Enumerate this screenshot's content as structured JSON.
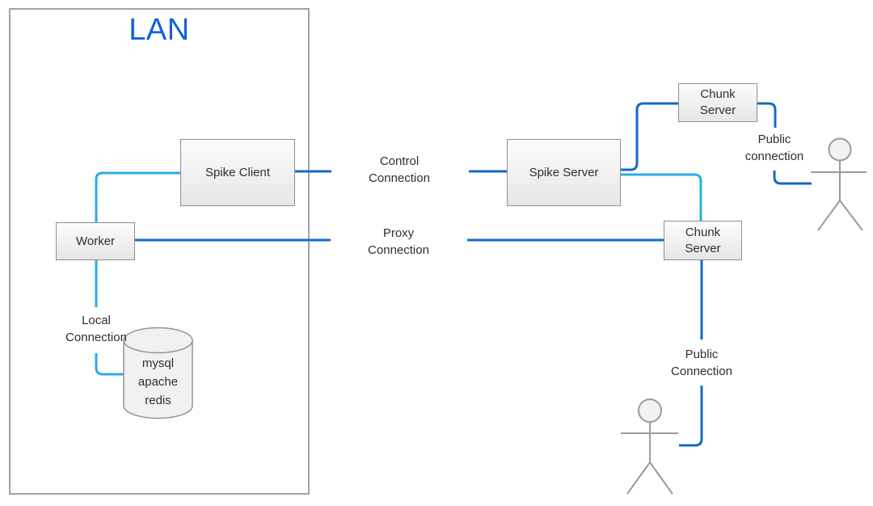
{
  "diagram": {
    "lan_label": "LAN",
    "nodes": {
      "spike_client": "Spike Client",
      "worker": "Worker",
      "spike_server": "Spike Server",
      "chunk_server_top": "Chunk Server",
      "chunk_server_right": "Chunk Server"
    },
    "database": {
      "icon": "cylinder",
      "lines": [
        "mysql",
        "apache",
        "redis"
      ]
    },
    "connections": {
      "control": "Control Connection",
      "proxy": "Proxy Connection",
      "local": "Local Connection",
      "public_top": "Public connection",
      "public_bottom": "Public Connection"
    },
    "icons": {
      "person_top_right": "stick-figure",
      "person_bottom": "stick-figure"
    },
    "colors": {
      "line_dark": "#1569c9",
      "line_cyan": "#2aaee4",
      "lan_text": "#1063d5",
      "node_border": "#8f8f8f",
      "figure": "#9a9a9a"
    }
  }
}
